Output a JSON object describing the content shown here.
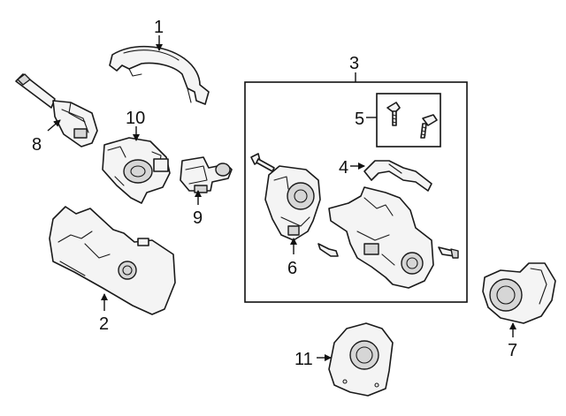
{
  "callouts": {
    "c1": "1",
    "c2": "2",
    "c3": "3",
    "c4": "4",
    "c5": "5",
    "c6": "6",
    "c7": "7",
    "c8": "8",
    "c9": "9",
    "c10": "10",
    "c11": "11"
  },
  "colors": {
    "line": "#1a1a1a",
    "fill": "#f4f4f4",
    "shade": "#d6d6d6",
    "background": "#ffffff"
  }
}
